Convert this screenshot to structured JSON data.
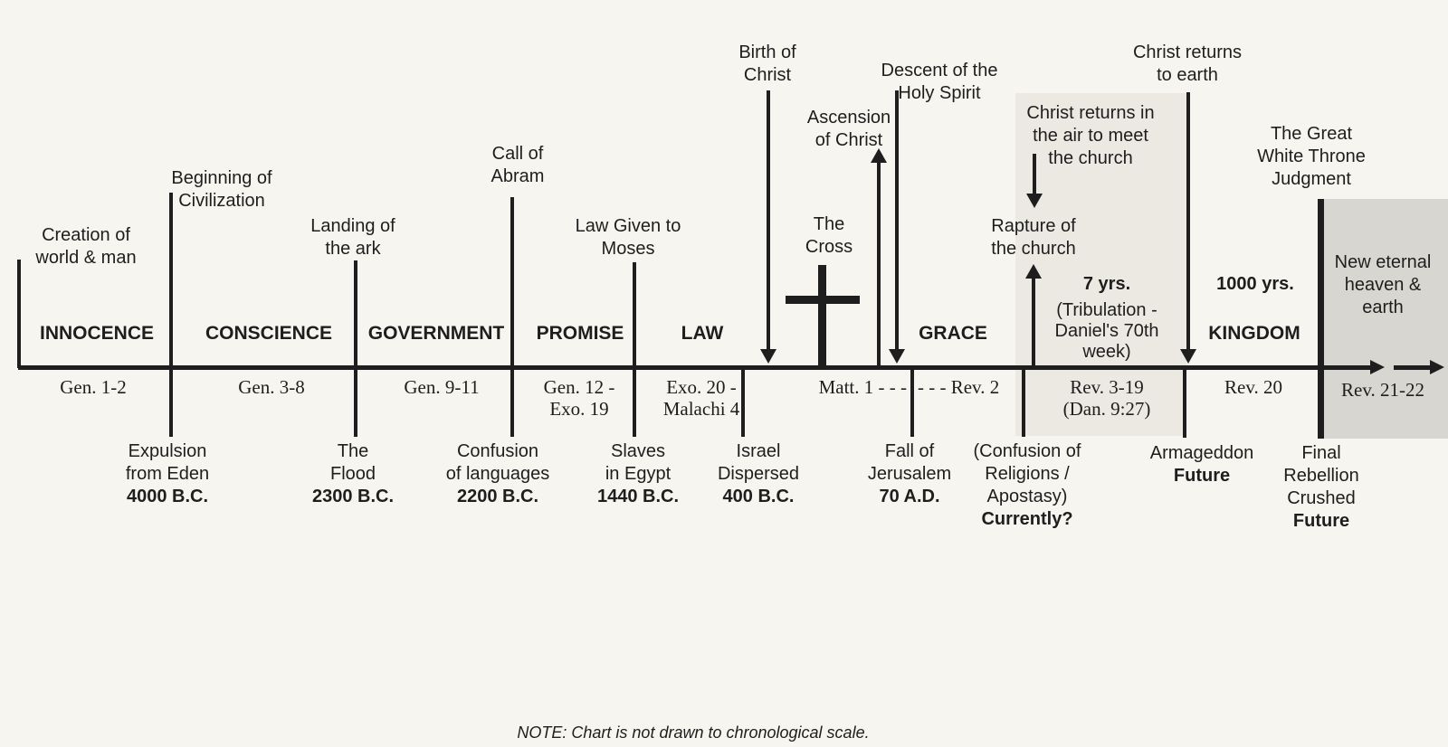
{
  "note": "NOTE: Chart is not drawn to chronological scale.",
  "colors": {
    "ink": "#1e1e1e",
    "paper": "#f7f5ef",
    "tribulation_band": "#ebe9e2",
    "eternity_band": "#d8d6d0"
  },
  "dispensations": [
    {
      "label": "INNOCENCE"
    },
    {
      "label": "CONSCIENCE"
    },
    {
      "label": "GOVERNMENT"
    },
    {
      "label": "PROMISE"
    },
    {
      "label": "LAW"
    },
    {
      "label": "GRACE"
    },
    {
      "label": "KINGDOM"
    }
  ],
  "scriptures": [
    {
      "label": "Gen. 1-2"
    },
    {
      "label": "Gen. 3-8"
    },
    {
      "label": "Gen. 9-11"
    },
    {
      "label": "Gen. 12 -\nExo. 19"
    },
    {
      "label": "Exo. 20 -\nMalachi 4"
    },
    {
      "label": "Matt. 1 - - -"
    },
    {
      "label": "- - - Rev. 2"
    },
    {
      "label": "Rev. 3-19\n(Dan. 9:27)"
    },
    {
      "label": "Rev. 20"
    },
    {
      "label": "Rev. 21-22"
    }
  ],
  "events_above": [
    {
      "label": "Creation of\nworld & man"
    },
    {
      "label": "Beginning of\nCivilization"
    },
    {
      "label": "Landing of\nthe ark"
    },
    {
      "label": "Call of\nAbram"
    },
    {
      "label": "Law Given to\nMoses"
    },
    {
      "label": "Birth of\nChrist"
    },
    {
      "label": "The\nCross"
    },
    {
      "label": "Ascension\nof Christ"
    },
    {
      "label": "Descent of the\nHoly Spirit"
    },
    {
      "label": "Christ returns in\nthe air to meet\nthe church"
    },
    {
      "label": "Rapture of\nthe church"
    },
    {
      "label": "Christ returns\nto earth"
    },
    {
      "label": "The Great\nWhite Throne\nJudgment"
    },
    {
      "label": "New eternal\nheaven &\nearth"
    }
  ],
  "events_below": [
    {
      "label": "Expulsion\nfrom Eden",
      "date": "4000 B.C."
    },
    {
      "label": "The\nFlood",
      "date": "2300 B.C."
    },
    {
      "label": "Confusion\nof languages",
      "date": "2200 B.C."
    },
    {
      "label": "Slaves\nin Egypt",
      "date": "1440 B.C."
    },
    {
      "label": "Israel\nDispersed",
      "date": "400 B.C."
    },
    {
      "label": "Fall of\nJerusalem",
      "date": "70 A.D."
    },
    {
      "label": "(Confusion of\nReligions /\nApostasy)",
      "date": "Currently?"
    },
    {
      "label": "Armageddon",
      "date": "Future"
    },
    {
      "label": "Final\nRebellion\nCrushed",
      "date": "Future"
    }
  ],
  "periods": [
    {
      "label": "7 yrs."
    },
    {
      "label": "(Tribulation -\nDaniel's 70th\nweek)"
    },
    {
      "label": "1000 yrs."
    }
  ]
}
